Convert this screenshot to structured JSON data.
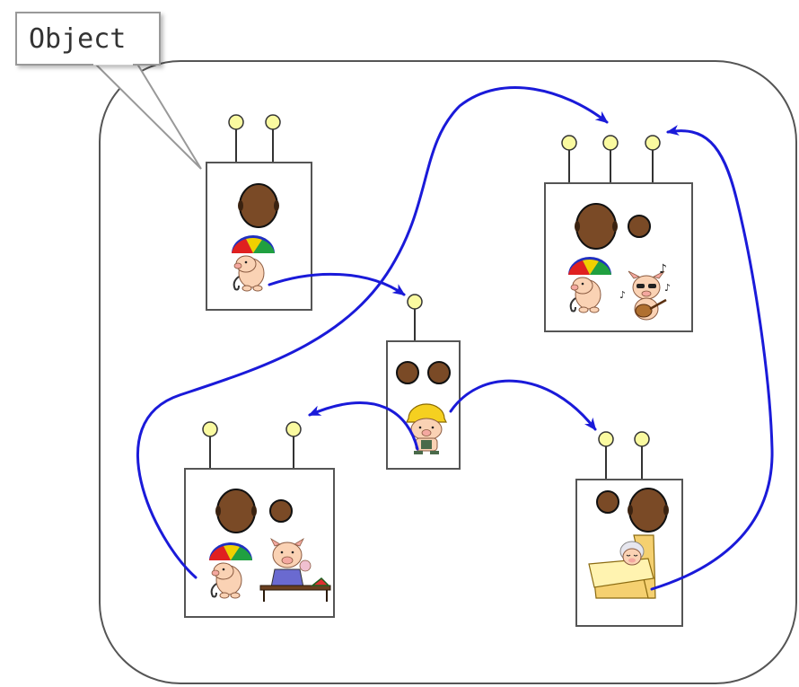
{
  "callout": {
    "label": "Object"
  },
  "colors": {
    "arrow": "#1a1ad9",
    "port_fill": "#fafaa0",
    "head_fill": "#7a4a26",
    "box_stroke": "#555555",
    "frame_stroke": "#555555"
  },
  "objects": [
    {
      "id": "object-umbrella",
      "ports": 2,
      "heads": 1,
      "pictures": [
        "pig-umbrella"
      ]
    },
    {
      "id": "object-worker",
      "ports": 1,
      "heads": 2,
      "pictures": [
        "pig-hardhat"
      ]
    },
    {
      "id": "object-guitar",
      "ports": 3,
      "heads": 2,
      "pictures": [
        "pig-umbrella",
        "pig-guitar"
      ]
    },
    {
      "id": "object-table",
      "ports": 2,
      "heads": 2,
      "pictures": [
        "pig-umbrella",
        "pig-table"
      ]
    },
    {
      "id": "object-bed",
      "ports": 2,
      "heads": 2,
      "pictures": [
        "pig-bed"
      ]
    }
  ]
}
